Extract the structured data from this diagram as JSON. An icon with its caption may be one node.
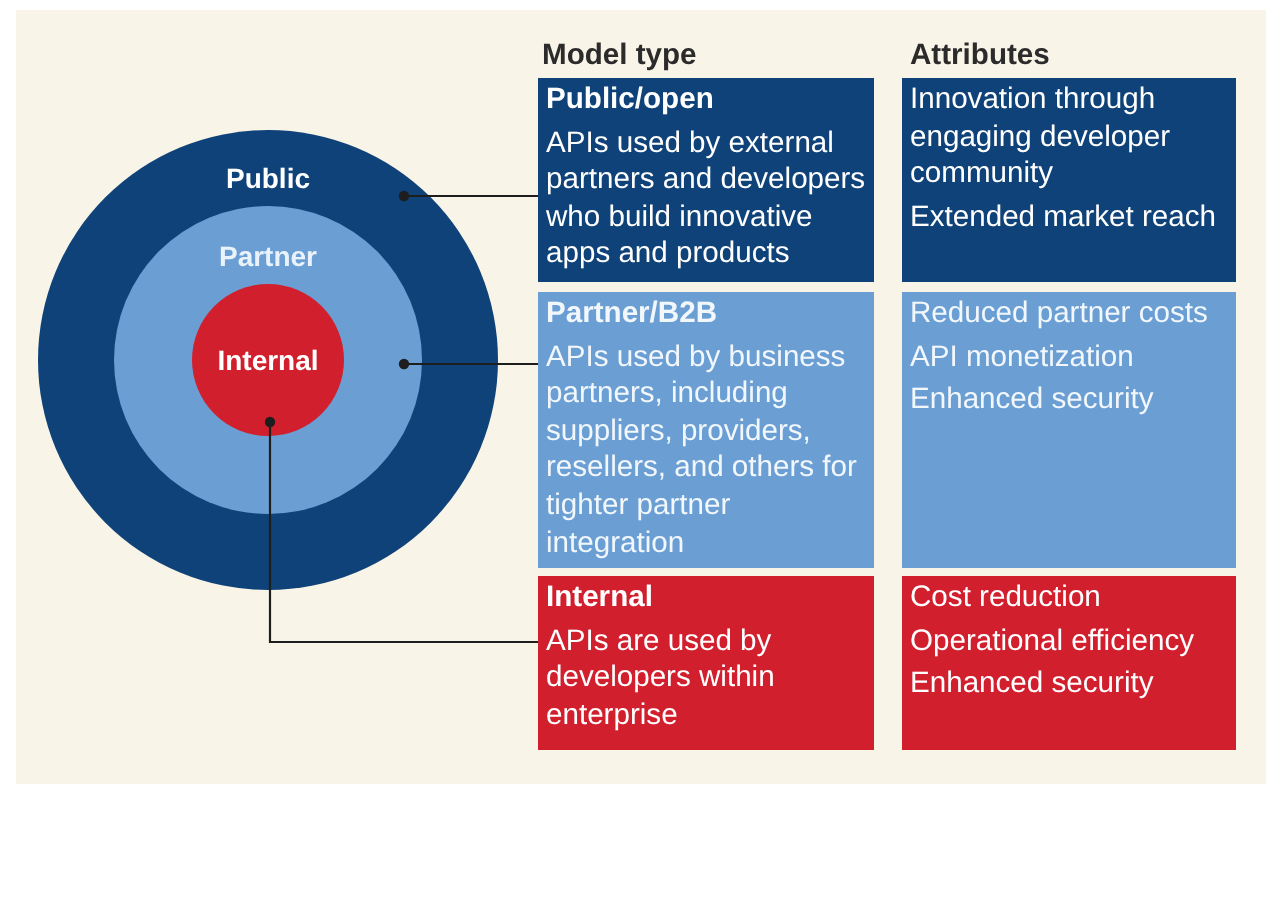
{
  "diagram": {
    "nodes": [
      {
        "text": [
          "Public"
        ]
      },
      {
        "text": [
          "Partner"
        ],
        "in": 0
      },
      {
        "text": [
          "Internal"
        ],
        "in": 1
      },
      {
        "text": [
          "Public/open",
          "APIs used by external partners and developers who build innovative apps and products"
        ]
      },
      {
        "text": [
          "Innovation through engaging developer community",
          "Extended market reach"
        ]
      },
      {
        "text": [
          "Partner/B2B",
          "APIs used by business partners, including suppliers, providers, resellers, and others for tighter partner integration"
        ]
      },
      {
        "text": [
          "Reduced partner costs",
          "API monetization",
          "Enhanced security"
        ]
      },
      {
        "text": [
          "Internal",
          "APIs are used by developers within enterprise"
        ]
      },
      {
        "text": [
          "Cost reduction",
          "Operational efficiency",
          "Enhanced security"
        ]
      }
    ],
    "edges": [
      {
        "from": 0,
        "to": 3,
        "arrow": "other"
      },
      {
        "from": 1,
        "to": 5,
        "arrow": "other"
      },
      {
        "from": 2,
        "to": 7,
        "arrow": "other"
      }
    ],
    "labels": [
      "Model type",
      "Attributes"
    ]
  }
}
